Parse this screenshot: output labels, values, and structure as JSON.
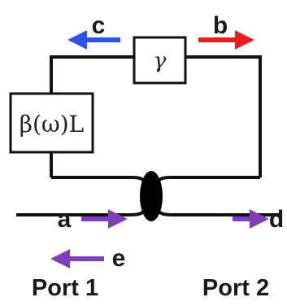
{
  "components": {
    "gain_element": {
      "label": "γ"
    },
    "propagation_element": {
      "label": "β(ω)L"
    }
  },
  "waves": {
    "a": {
      "label": "a",
      "color": "#7e3fb8"
    },
    "b": {
      "label": "b",
      "color": "#ee1c1c"
    },
    "c": {
      "label": "c",
      "color": "#2f52e6"
    },
    "d": {
      "label": "d",
      "color": "#7e3fb8"
    },
    "e": {
      "label": "e",
      "color": "#7e3fb8"
    }
  },
  "ports": {
    "port1": "Port 1",
    "port2": "Port 2"
  },
  "colors": {
    "line": "#111111",
    "coupler": "#000000"
  }
}
